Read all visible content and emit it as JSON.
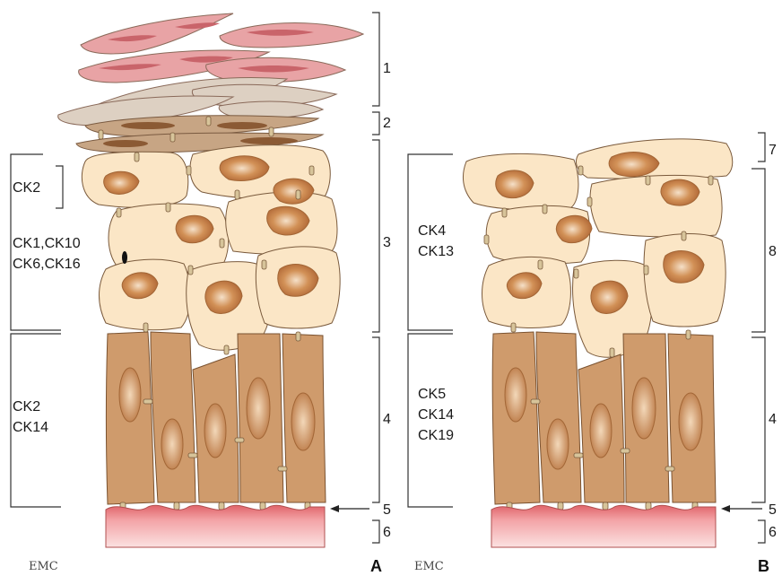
{
  "panels": [
    {
      "letter": "A",
      "logo": "EMC",
      "layer_numbers": [
        "1",
        "2",
        "3",
        "4",
        "5",
        "6"
      ],
      "keratin_labels": {
        "group_top": "CK2",
        "group_mid_line1": "CK1,CK10",
        "group_mid_line2": "CK6,CK16",
        "group_basal_line1": "CK2",
        "group_basal_line2": "CK14"
      }
    },
    {
      "letter": "B",
      "logo": "EMC",
      "layer_numbers": [
        "7",
        "8",
        "4",
        "5",
        "6"
      ],
      "keratin_labels": {
        "group_supra_line1": "CK4",
        "group_supra_line2": "CK13",
        "group_basal_line1": "CK5",
        "group_basal_line2": "CK14",
        "group_basal_line3": "CK19"
      }
    }
  ],
  "colors": {
    "cornified": "#e8a3a5",
    "cornified_patch": "#c9646a",
    "keratohyalin": "#ddd0c2",
    "granular": "#c7a584",
    "spinous": "#fbe6c6",
    "basal": "#cf9b6c",
    "nucleus": "#b86f3e",
    "basement": "#ee8c8f",
    "desmosome": "#d7c49a"
  }
}
